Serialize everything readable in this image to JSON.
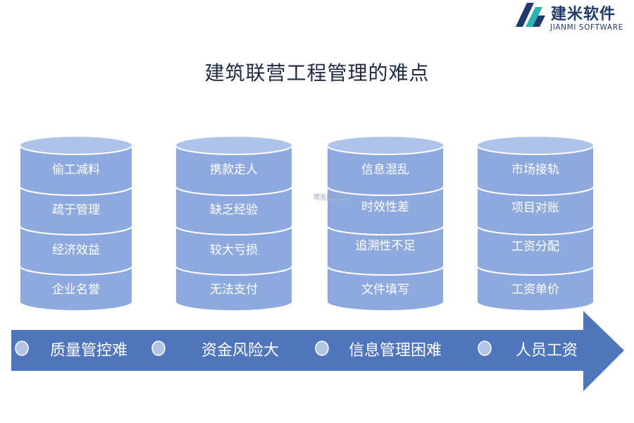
{
  "title": "建筑联营工程管理的难点",
  "logo": {
    "name": "建米软件",
    "subtitle": "JIANMI SOFTWARE",
    "icon": "jianmi-logo-icon"
  },
  "watermark": {
    "name": "建米软件",
    "subtitle": "JIANMI SOFTWARE"
  },
  "colors": {
    "drum_fill": "#8ea9dd",
    "drum_top": "#aec3ea",
    "drum_edge": "#ffffff",
    "arrow": "#4f76ba",
    "dot": "#b4c4e6",
    "label": "#ffffff",
    "title": "#1f2a44",
    "logo_dark": "#1f3a6b"
  },
  "columns": [
    {
      "items": [
        "偷工减料",
        "疏于管理",
        "经济效益",
        "企业名誉"
      ],
      "category": "质量管控难"
    },
    {
      "items": [
        "携款走人",
        "缺乏经验",
        "较大亏损",
        "无法支付"
      ],
      "category": "资金风险大"
    },
    {
      "items": [
        "信息混乱",
        "时效性差",
        "追溯性不足",
        "文件填写"
      ],
      "category": "信息管理困难"
    },
    {
      "items": [
        "市场接轨",
        "项目对账",
        "工资分配",
        "工资单价"
      ],
      "category": "人员工资"
    }
  ]
}
